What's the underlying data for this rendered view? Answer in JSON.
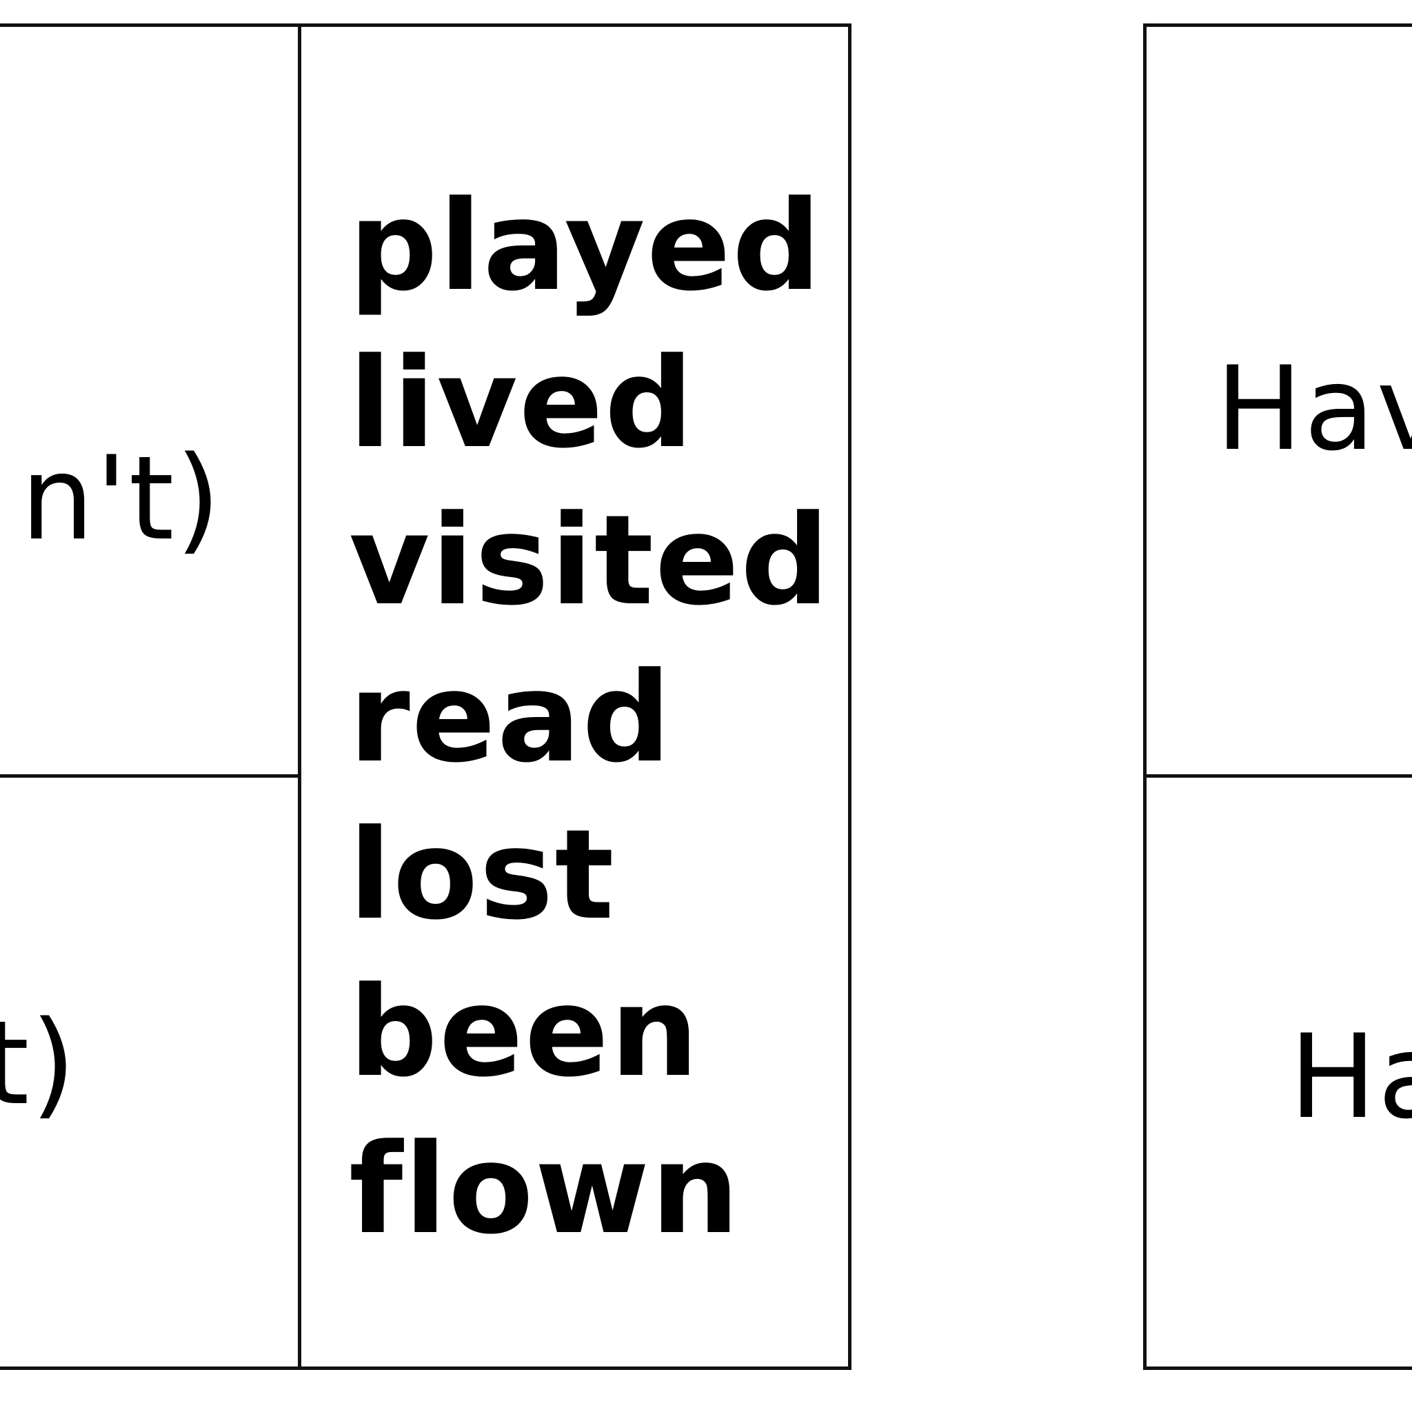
{
  "left_table": {
    "top_cell_text": "n't)",
    "bottom_cell_text": "t)",
    "verbs": [
      "played",
      "lived",
      "visited",
      "read",
      "lost",
      "been",
      "flown"
    ]
  },
  "right_table": {
    "top_cell_text": "Hav",
    "bottom_cell_text": "Ha"
  }
}
